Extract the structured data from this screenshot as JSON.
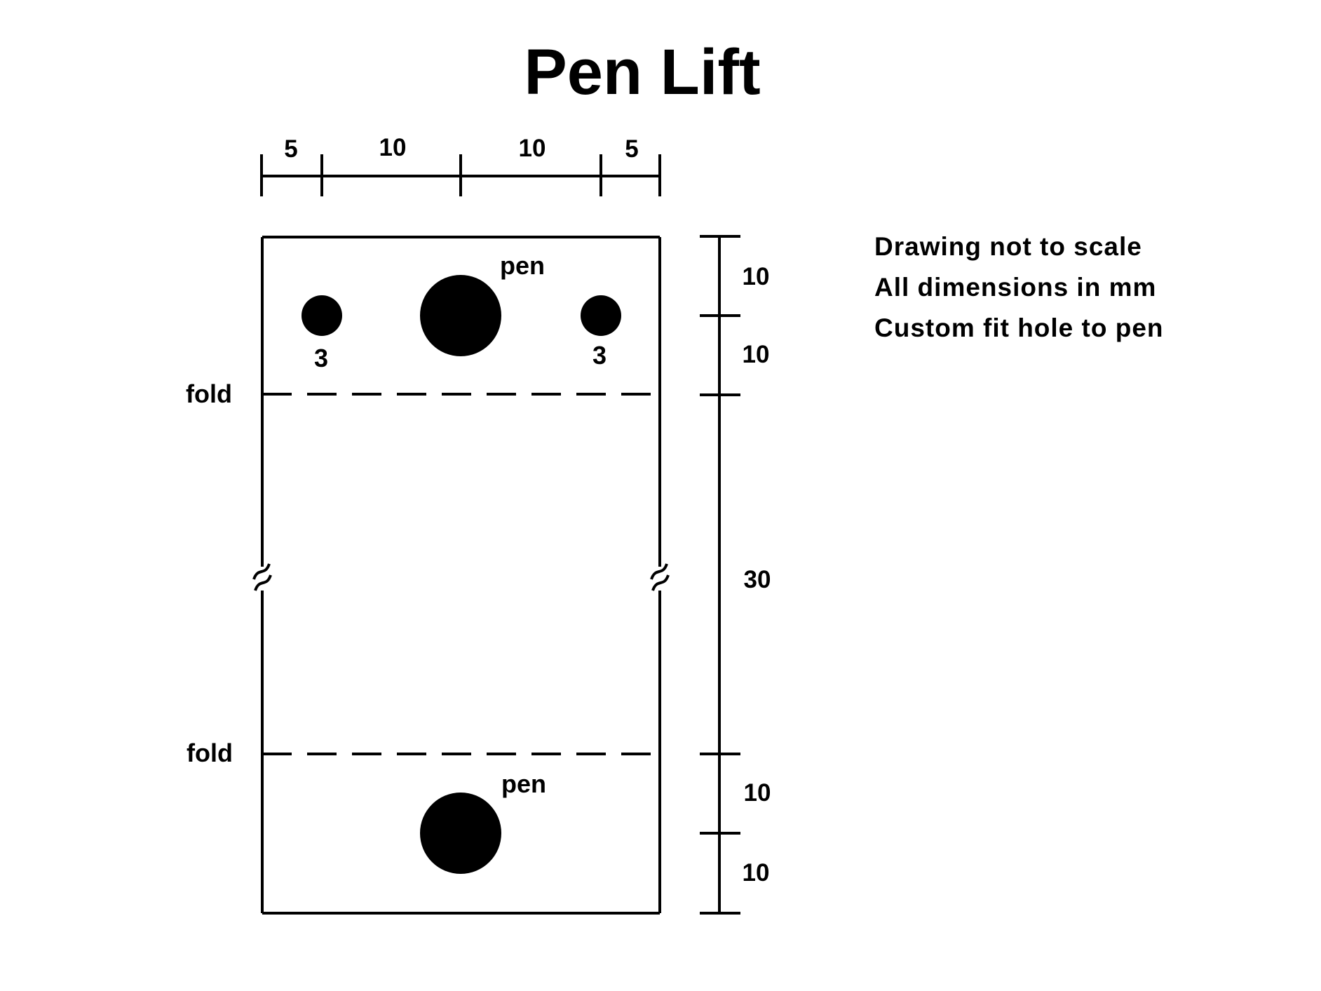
{
  "title": "Pen Lift",
  "notes": [
    "Drawing not to scale",
    "All dimensions in mm",
    "Custom fit hole to pen"
  ],
  "labels": {
    "fold_top": "fold",
    "fold_bottom": "fold",
    "pen_top": "pen",
    "pen_bottom": "pen",
    "hole_left": "3",
    "hole_right": "3"
  },
  "horizontal_dimensions": [
    "5",
    "10",
    "10",
    "5"
  ],
  "vertical_dimensions": [
    "10",
    "10",
    "30",
    "10",
    "10"
  ]
}
